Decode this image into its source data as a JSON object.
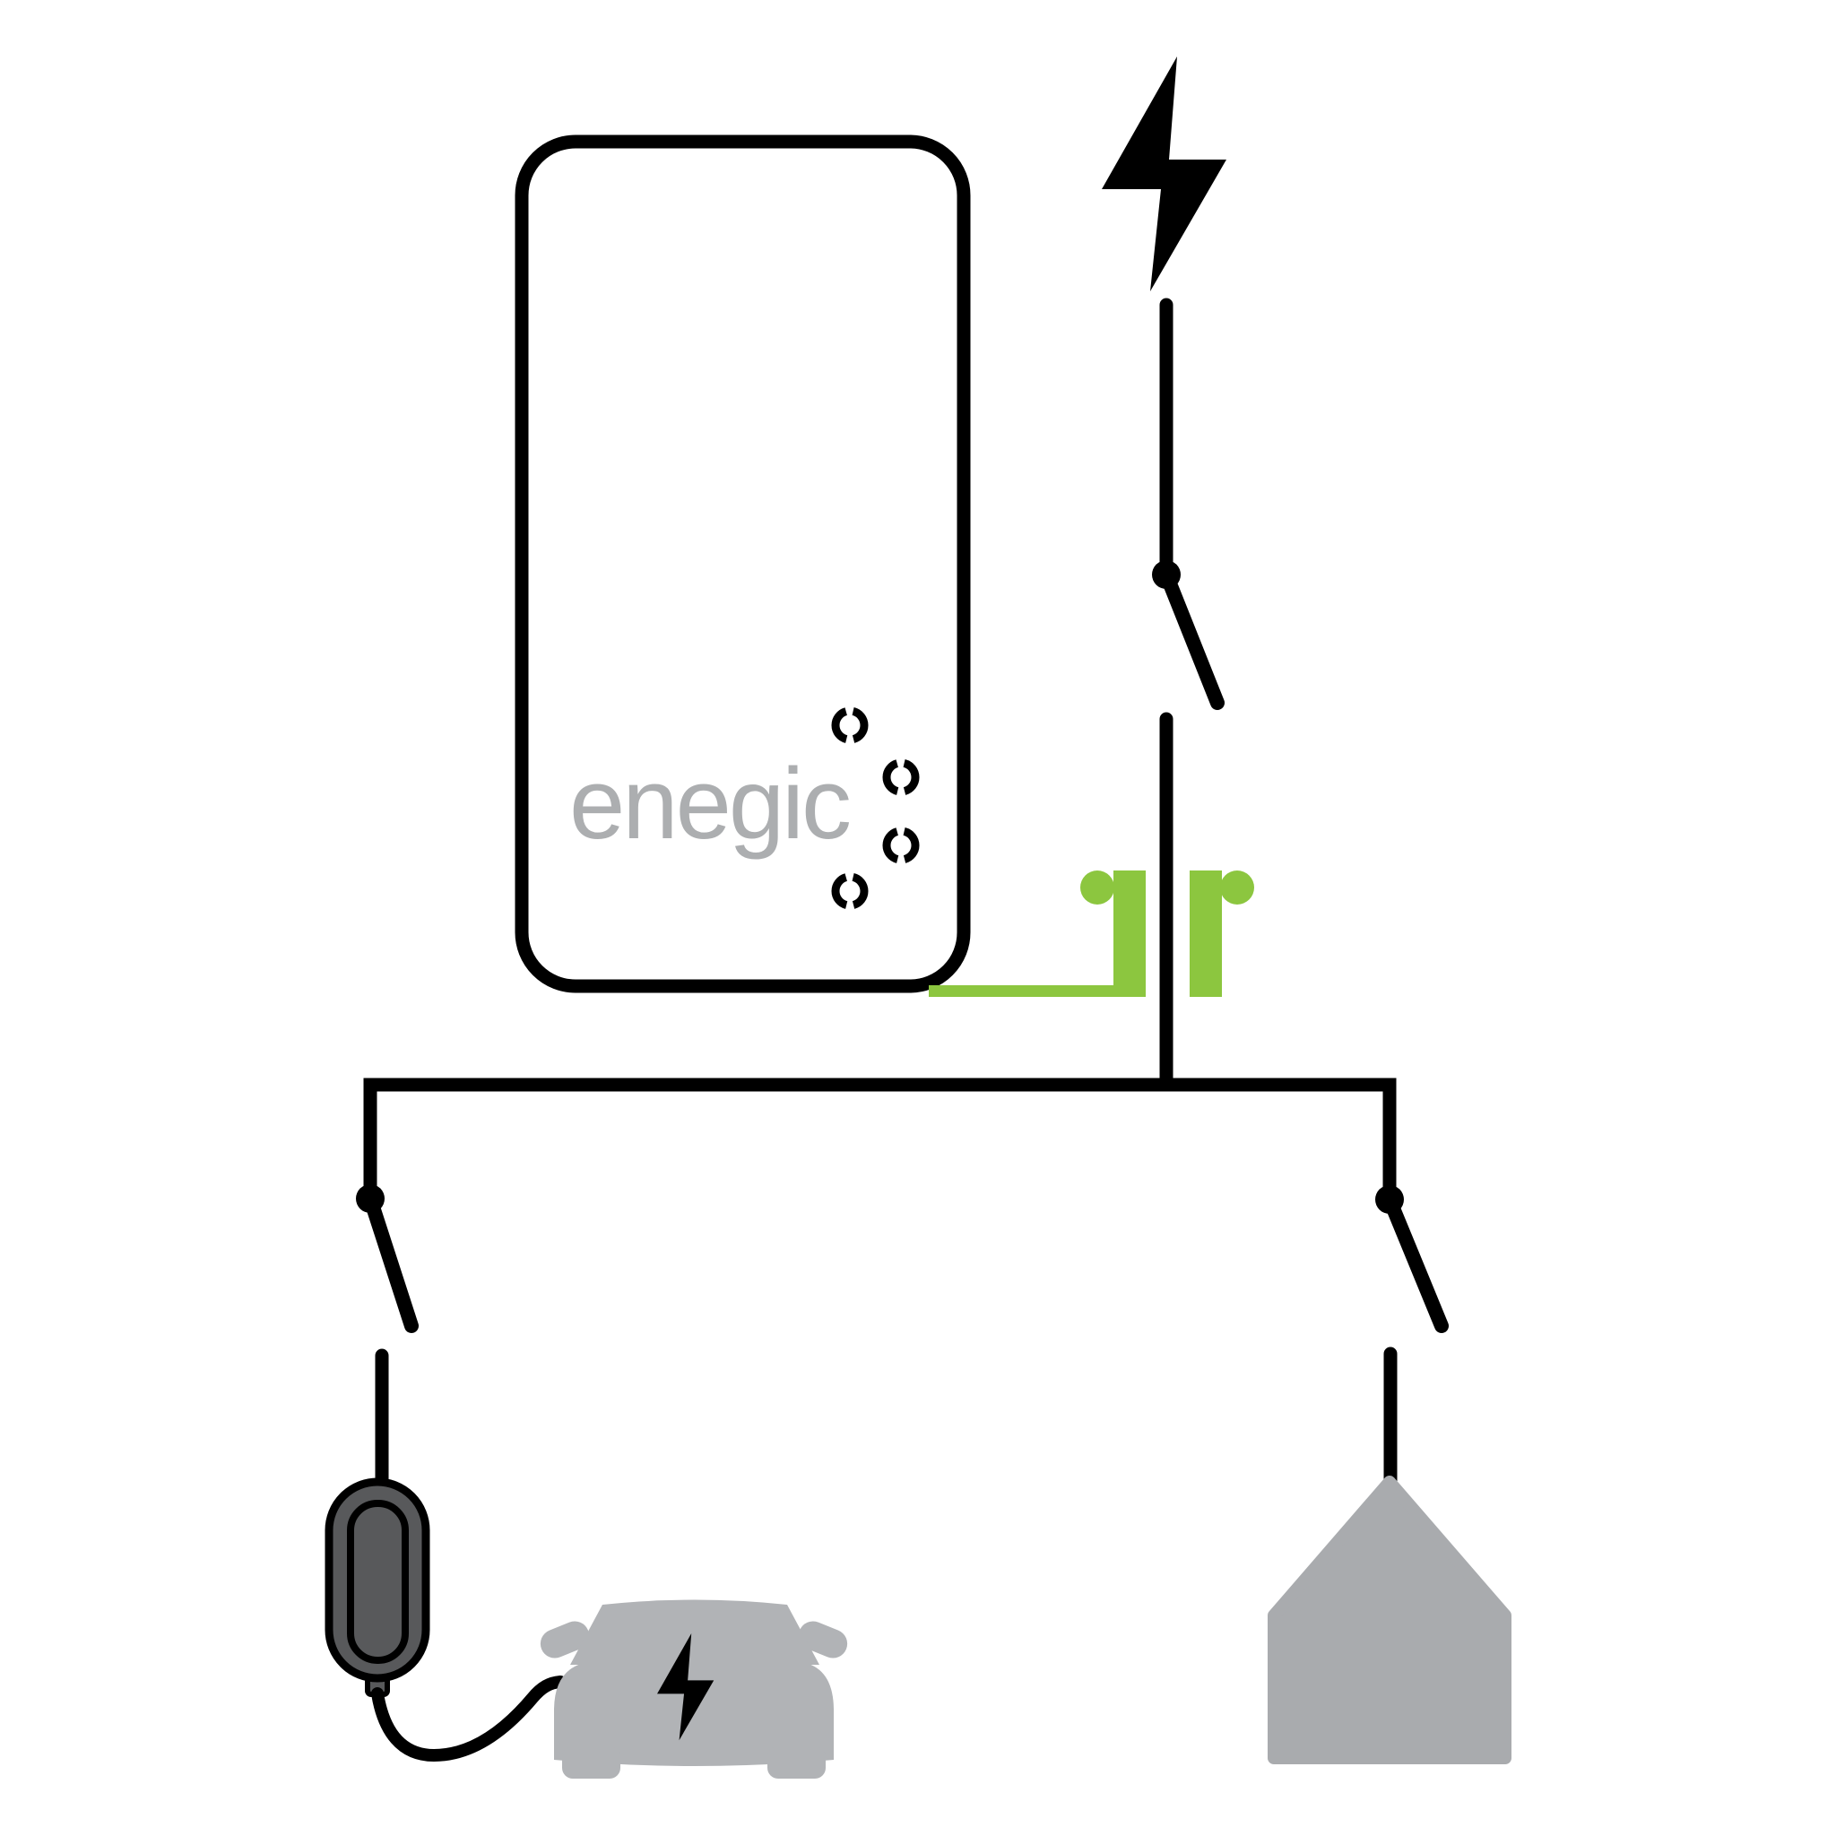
{
  "device": {
    "brand_label": "enegic",
    "indicator_count": 4
  },
  "colors": {
    "background": "#FFFFFF",
    "line_black": "#000000",
    "accent_green": "#8CC63F",
    "logo_gray": "#ACAEB0",
    "car_gray": "#B1B3B6",
    "house_gray": "#A9ABAE",
    "charger_gray": "#58595B"
  },
  "icons": [
    {
      "name": "grid-lightning-icon",
      "shape": "lightning-bolt"
    },
    {
      "name": "main-breaker-switch-icon",
      "shape": "disconnector-switch"
    },
    {
      "name": "ct-clamp-sensor-icon",
      "shape": "green-current-clamp"
    },
    {
      "name": "distribution-bus-line",
      "shape": "bus-bar"
    },
    {
      "name": "left-breaker-switch-icon",
      "shape": "disconnector-switch"
    },
    {
      "name": "right-breaker-switch-icon",
      "shape": "disconnector-switch"
    },
    {
      "name": "ev-charger-icon",
      "shape": "portable-evse-pill"
    },
    {
      "name": "charging-cable-icon",
      "shape": "curved-cable"
    },
    {
      "name": "ev-car-icon",
      "shape": "car-front-silhouette"
    },
    {
      "name": "car-lightning-icon",
      "shape": "lightning-bolt"
    },
    {
      "name": "house-icon",
      "shape": "house-silhouette"
    }
  ]
}
